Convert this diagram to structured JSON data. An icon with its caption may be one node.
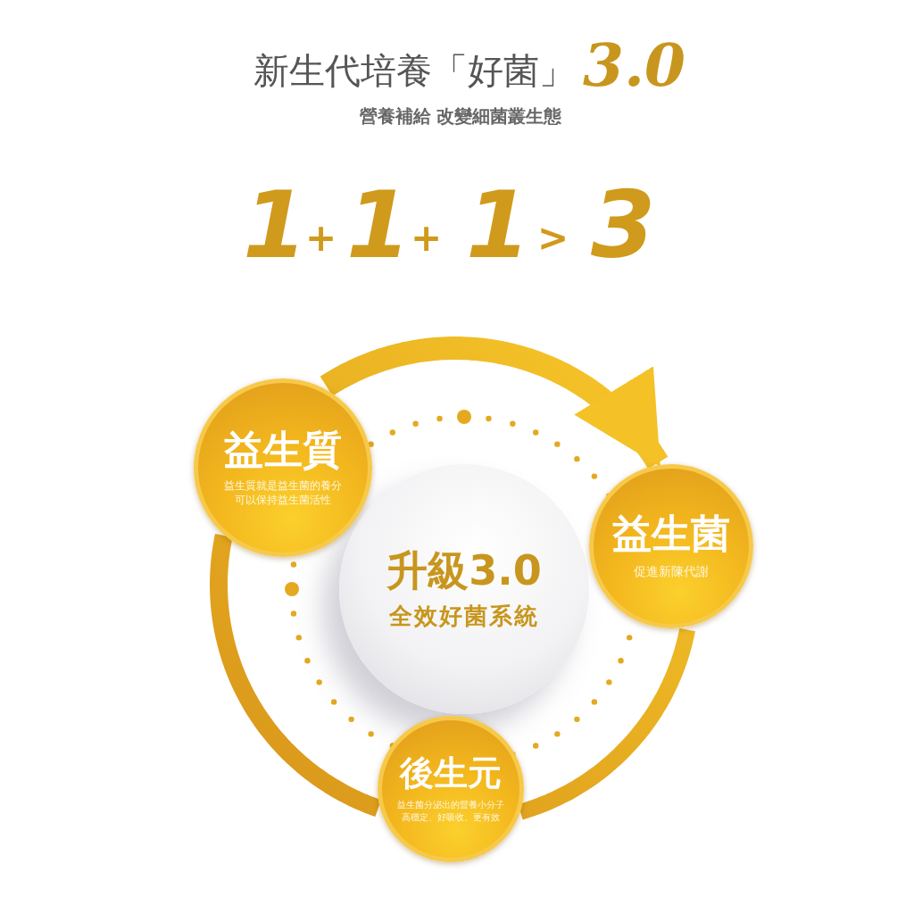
{
  "diagram": {
    "title": "新生代培養「好菌」",
    "nodes": [
      {
        "text": [
          "益生質",
          "益生質就是益生菌的養分可以保持益生菌活性"
        ]
      },
      {
        "text": [
          "升級3.0",
          "全效好菌系統"
        ]
      },
      {
        "text": [
          "益生菌",
          "促進新陳代謝"
        ]
      },
      {
        "text": [
          "後生元",
          "益生菌分泌出的營養小分子高穩定、好吸收、更有效"
        ]
      }
    ],
    "edges": [
      {
        "from": 0,
        "to": 2,
        "arrow": "to"
      },
      {
        "from": 2,
        "to": 3,
        "arrow": "none"
      },
      {
        "from": 3,
        "to": 0,
        "arrow": "none"
      }
    ],
    "labels": [
      "3.0",
      "營養補給 改變細菌叢生態",
      "1",
      "+",
      "1",
      "+",
      "1",
      ">",
      "3"
    ]
  }
}
